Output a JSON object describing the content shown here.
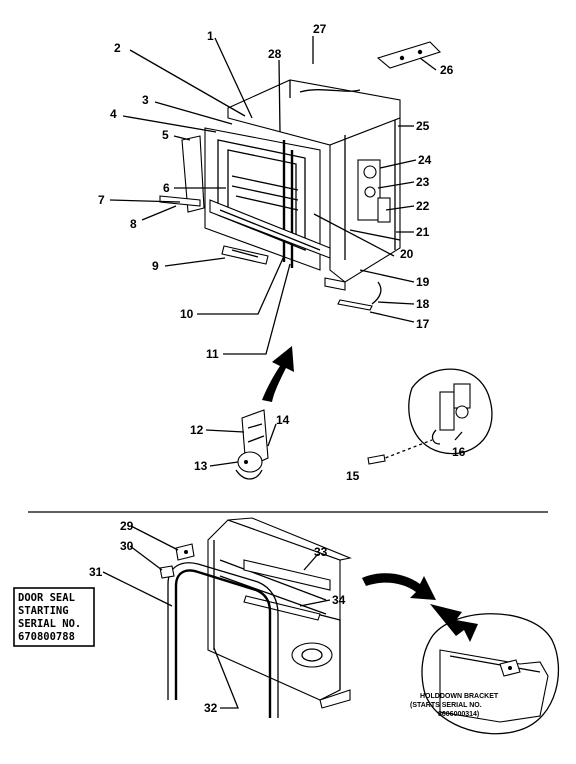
{
  "callouts": [
    "1",
    "2",
    "3",
    "4",
    "5",
    "6",
    "7",
    "8",
    "9",
    "10",
    "11",
    "12",
    "13",
    "14",
    "15",
    "16",
    "17",
    "18",
    "19",
    "20",
    "21",
    "22",
    "23",
    "24",
    "25",
    "26",
    "27",
    "28",
    "29",
    "30",
    "31",
    "32",
    "33",
    "34"
  ],
  "note_box": {
    "lines": [
      "DOOR SEAL",
      "STARTING",
      "SERIAL NO.",
      "670800788"
    ]
  },
  "holddown_caption": {
    "lines": [
      "HOLDDOWN BRACKET",
      "(STARTS SERIAL NO.",
      "8606000314)"
    ]
  }
}
